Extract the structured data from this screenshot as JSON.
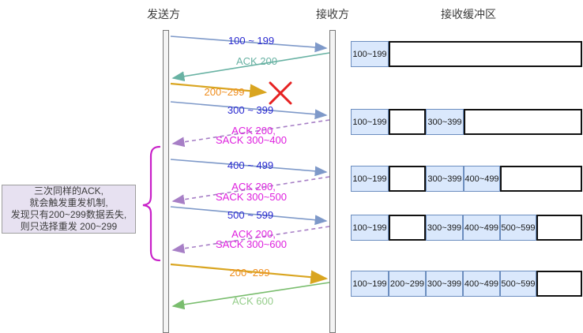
{
  "header": {
    "sender": "发送方",
    "receiver": "接收方",
    "buffer_title": "接收缓冲区"
  },
  "messages": [
    {
      "label": "100 ~ 199",
      "type": "data",
      "direction": "right"
    },
    {
      "label": "ACK 200",
      "type": "ack",
      "direction": "left"
    },
    {
      "label": "200~299",
      "type": "data-lost",
      "direction": "right"
    },
    {
      "label": "300 ~ 399",
      "type": "data",
      "direction": "right"
    },
    {
      "label": "ACK 200,",
      "label2": "SACK 300~400",
      "type": "sack",
      "direction": "left"
    },
    {
      "label": "400 ~ 499",
      "type": "data",
      "direction": "right"
    },
    {
      "label": "ACK 200,",
      "label2": "SACK 300~500",
      "type": "sack",
      "direction": "left"
    },
    {
      "label": "500 ~ 599",
      "type": "data",
      "direction": "right"
    },
    {
      "label": "ACK 200,",
      "label2": "SACK 300~600",
      "type": "sack",
      "direction": "left"
    },
    {
      "label": "200~299",
      "type": "retransmit",
      "direction": "right"
    },
    {
      "label": "ACK 600",
      "type": "final-ack",
      "direction": "left"
    }
  ],
  "annotation": {
    "line1": "三次同样的ACK,",
    "line2": "就会触发重发机制,",
    "line3": "发现只有200~299数据丢失,",
    "line4": "则只选择重发 200~299"
  },
  "buffers": [
    {
      "cells": [
        {
          "label": "100~199",
          "filled": true
        },
        {
          "label": "",
          "filled": false
        }
      ]
    },
    {
      "cells": [
        {
          "label": "100~199",
          "filled": true
        },
        {
          "label": "",
          "filled": false
        },
        {
          "label": "300~399",
          "filled": true
        },
        {
          "label": "",
          "filled": false
        }
      ]
    },
    {
      "cells": [
        {
          "label": "100~199",
          "filled": true
        },
        {
          "label": "",
          "filled": false
        },
        {
          "label": "300~399",
          "filled": true
        },
        {
          "label": "400~499",
          "filled": true
        },
        {
          "label": "",
          "filled": false
        }
      ]
    },
    {
      "cells": [
        {
          "label": "100~199",
          "filled": true
        },
        {
          "label": "",
          "filled": false
        },
        {
          "label": "300~399",
          "filled": true
        },
        {
          "label": "400~499",
          "filled": true
        },
        {
          "label": "500~599",
          "filled": true
        },
        {
          "label": "",
          "filled": false
        }
      ]
    },
    {
      "cells": [
        {
          "label": "100~199",
          "filled": true
        },
        {
          "label": "200~299",
          "filled": true
        },
        {
          "label": "300~399",
          "filled": true
        },
        {
          "label": "400~499",
          "filled": true
        },
        {
          "label": "500~599",
          "filled": true
        },
        {
          "label": "",
          "filled": false
        }
      ]
    }
  ],
  "colors": {
    "data_line": "#7e99c9",
    "data_text": "#2929d0",
    "ack": "#68b2a3",
    "lost_line": "#d9a520",
    "lost_text": "#ef8e1f",
    "sack_line": "#a77fc6",
    "sack_text": "#de1fde",
    "final_ack_line": "#79bd6d",
    "final_ack_text": "#95cd8a",
    "cross": "#e62222",
    "brace": "#c81fc8",
    "cell_fill": "#dae8fc",
    "cell_border": "#6c8ebf"
  }
}
